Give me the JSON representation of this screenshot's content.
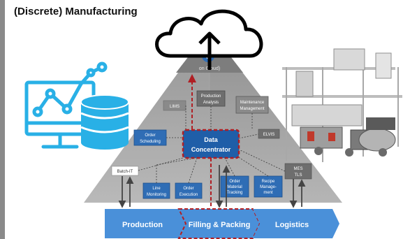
{
  "title": "(Discrete) Manufacturing",
  "cloud": {
    "line1": "",
    "line2": "on Cloud)"
  },
  "boxes": {
    "production_analysis": [
      "Production",
      "Analysis"
    ],
    "maintenance_management": [
      "Maintenance",
      "Management"
    ],
    "lims": "LIMS",
    "order_scheduling": [
      "Order",
      "Scheduling"
    ],
    "data_concentrator": [
      "Data",
      "Concentrator"
    ],
    "elvis": "ELVIS",
    "batch_it": "Batch-IT",
    "line_monitoring": [
      "Line",
      "Monitoring"
    ],
    "order_execution": [
      "Order",
      "Execution"
    ],
    "order_material_tracking": [
      "Order",
      "Material",
      "Tracking"
    ],
    "recipe_management": [
      "Recipe",
      "Manage-",
      "ment"
    ],
    "mes_tls": [
      "MES",
      "TLS"
    ]
  },
  "stages": [
    "Production",
    "Filling & Packing",
    "Logistics"
  ],
  "icons": [
    "cloud-upload-icon",
    "analytics-monitor-icon",
    "database-icon",
    "gear-icon"
  ],
  "colors": {
    "accent_blue": "#2f6db5",
    "arrow_blue": "#4a90d9",
    "dashed_red": "#b01f24",
    "pyramid_gray": "#9a9a9a"
  }
}
